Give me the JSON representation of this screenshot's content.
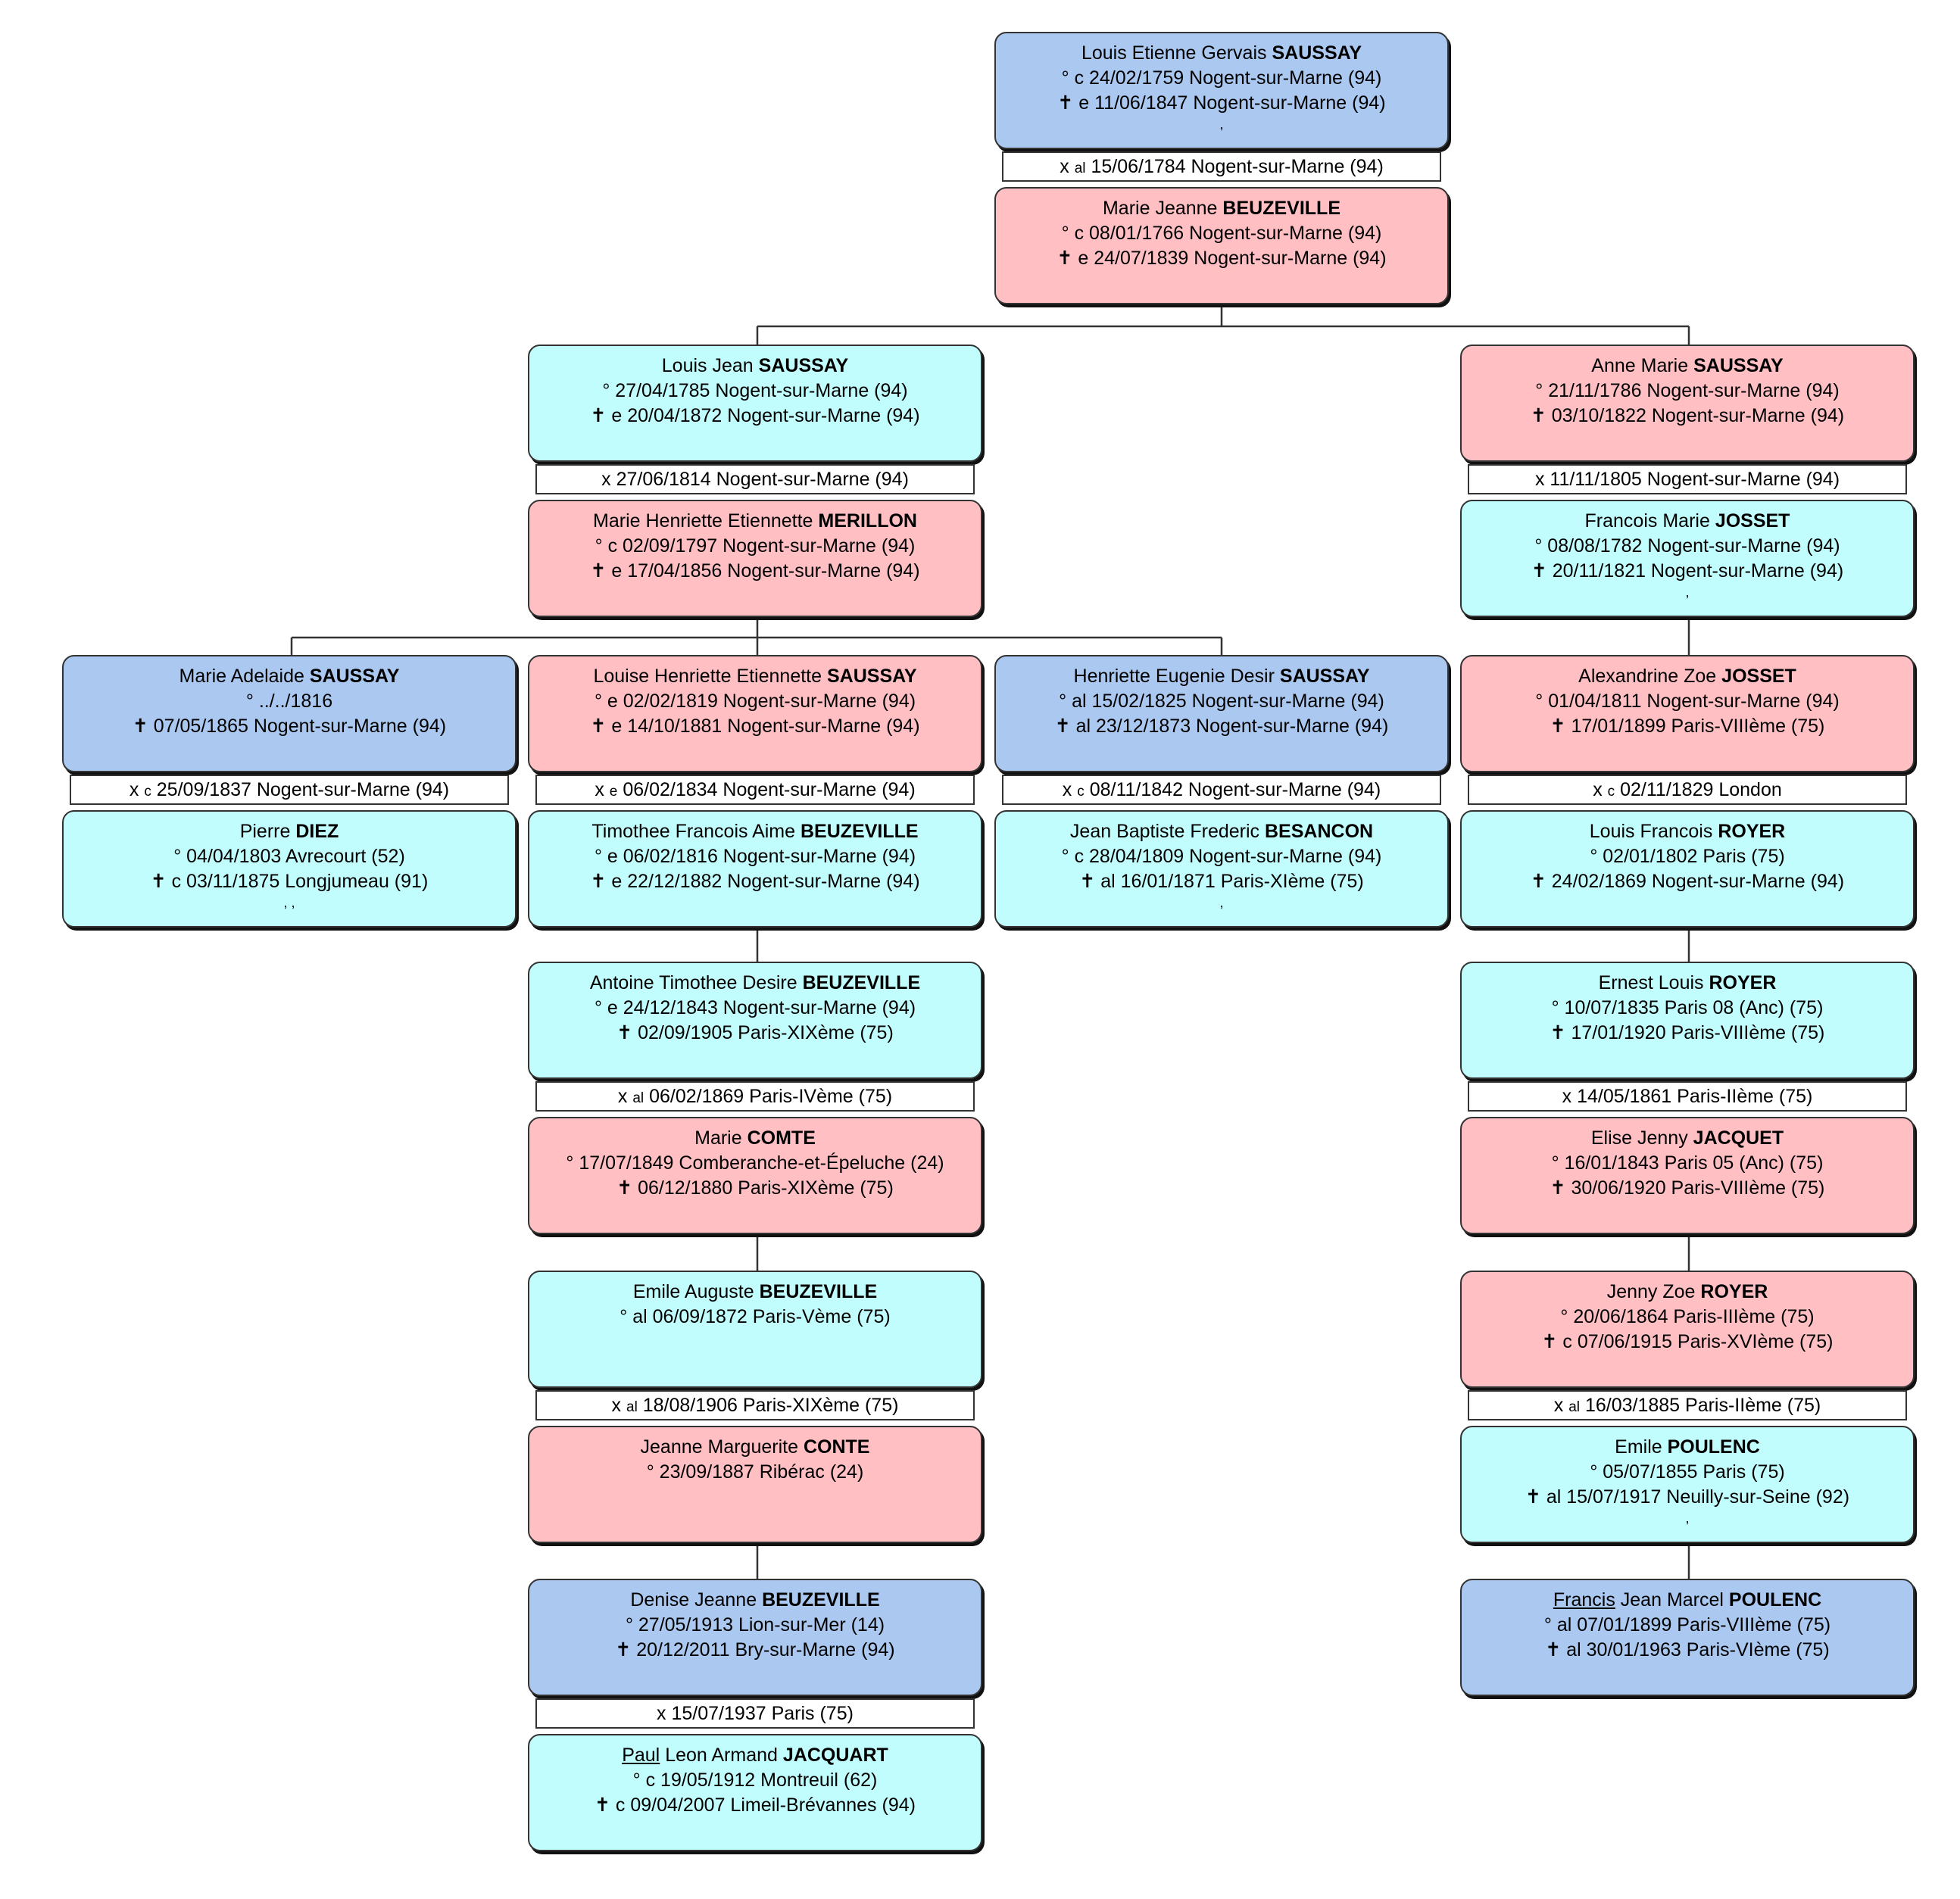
{
  "persons": {
    "p1": {
      "prefix": "",
      "first": "Louis Etienne Gervais",
      "last": "SAUSSAY",
      "birth": "° c 24/02/1759 Nogent-sur-Marne (94)",
      "death": "✝ e 11/06/1847 Nogent-sur-Marne (94)",
      "extra": ",",
      "color": "male"
    },
    "p2": {
      "prefix": "",
      "first": "Marie Jeanne",
      "last": "BEUZEVILLE",
      "birth": "° c 08/01/1766 Nogent-sur-Marne (94)",
      "death": "✝ e 24/07/1839 Nogent-sur-Marne (94)",
      "extra": "",
      "color": "female"
    },
    "p3": {
      "prefix": "",
      "first": "Louis Jean",
      "last": "SAUSSAY",
      "birth": "° 27/04/1785 Nogent-sur-Marne (94)",
      "death": "✝ e 20/04/1872 Nogent-sur-Marne (94)",
      "extra": "",
      "color": "cyan"
    },
    "p4": {
      "prefix": "",
      "first": "Marie Henriette Etiennette",
      "last": "MERILLON",
      "birth": "° c 02/09/1797 Nogent-sur-Marne (94)",
      "death": "✝ e 17/04/1856 Nogent-sur-Marne (94)",
      "extra": "",
      "color": "female"
    },
    "p5": {
      "prefix": "",
      "first": "Anne Marie",
      "last": "SAUSSAY",
      "birth": "° 21/11/1786 Nogent-sur-Marne (94)",
      "death": "✝ 03/10/1822 Nogent-sur-Marne (94)",
      "extra": "",
      "color": "female"
    },
    "p6": {
      "prefix": "",
      "first": "Francois Marie",
      "last": "JOSSET",
      "birth": "° 08/08/1782 Nogent-sur-Marne (94)",
      "death": "✝ 20/11/1821 Nogent-sur-Marne (94)",
      "extra": ",",
      "color": "cyan"
    },
    "p7": {
      "prefix": "",
      "first": "Marie Adelaide",
      "last": "SAUSSAY",
      "birth": "° ../../1816",
      "death": "✝ 07/05/1865 Nogent-sur-Marne (94)",
      "extra": "",
      "color": "male"
    },
    "p8": {
      "prefix": "",
      "first": "Pierre",
      "last": "DIEZ",
      "birth": "° 04/04/1803 Avrecourt (52)",
      "death": "✝ c 03/11/1875 Longjumeau (91)",
      "extra": ", ,",
      "color": "cyan"
    },
    "p9": {
      "prefix": "",
      "first": "Louise Henriette Etiennette",
      "last": "SAUSSAY",
      "birth": "° e 02/02/1819 Nogent-sur-Marne (94)",
      "death": "✝ e 14/10/1881 Nogent-sur-Marne (94)",
      "extra": "",
      "color": "female"
    },
    "p10": {
      "prefix": "",
      "first": "Timothee Francois Aime",
      "last": "BEUZEVILLE",
      "birth": "° e 06/02/1816 Nogent-sur-Marne (94)",
      "death": "✝ e 22/12/1882 Nogent-sur-Marne (94)",
      "extra": "",
      "color": "cyan"
    },
    "p11": {
      "prefix": "",
      "first": "Henriette Eugenie Desir",
      "last": "SAUSSAY",
      "birth": "° al 15/02/1825 Nogent-sur-Marne (94)",
      "death": "✝ al 23/12/1873 Nogent-sur-Marne (94)",
      "extra": "",
      "color": "male"
    },
    "p12": {
      "prefix": "",
      "first": "Jean Baptiste Frederic",
      "last": "BESANCON",
      "birth": "° c 28/04/1809 Nogent-sur-Marne (94)",
      "death": "✝ al 16/01/1871 Paris-XIème (75)",
      "extra": ",",
      "color": "cyan"
    },
    "p13": {
      "prefix": "",
      "first": "Alexandrine Zoe",
      "last": "JOSSET",
      "birth": "° 01/04/1811 Nogent-sur-Marne (94)",
      "death": "✝ 17/01/1899 Paris-VIIIème (75)",
      "extra": "",
      "color": "female"
    },
    "p14": {
      "prefix": "",
      "first": "Louis Francois",
      "last": "ROYER",
      "birth": "° 02/01/1802 Paris (75)",
      "death": "✝ 24/02/1869 Nogent-sur-Marne (94)",
      "extra": "",
      "color": "cyan"
    },
    "p15": {
      "prefix": "",
      "first": "Antoine Timothee Desire",
      "last": "BEUZEVILLE",
      "birth": "° e 24/12/1843 Nogent-sur-Marne (94)",
      "death": "✝ 02/09/1905 Paris-XIXème (75)",
      "extra": "",
      "color": "cyan"
    },
    "p16": {
      "prefix": "",
      "first": "Marie",
      "last": "COMTE",
      "birth": "° 17/07/1849 Comberanche-et-Épeluche (24)",
      "death": "✝ 06/12/1880 Paris-XIXème (75)",
      "extra": "",
      "color": "female"
    },
    "p17": {
      "prefix": "",
      "first": "Ernest Louis",
      "last": "ROYER",
      "birth": "° 10/07/1835 Paris 08 (Anc) (75)",
      "death": "✝ 17/01/1920 Paris-VIIIème (75)",
      "extra": "",
      "color": "cyan"
    },
    "p18": {
      "prefix": "",
      "first": "Elise Jenny",
      "last": "JACQUET",
      "birth": "° 16/01/1843 Paris 05 (Anc) (75)",
      "death": "✝ 30/06/1920 Paris-VIIIème (75)",
      "extra": "",
      "color": "female"
    },
    "p19": {
      "prefix": "",
      "first": "Emile Auguste",
      "last": "BEUZEVILLE",
      "birth": "° al 06/09/1872 Paris-Vème (75)",
      "death": "",
      "extra": "",
      "color": "cyan"
    },
    "p20": {
      "prefix": "",
      "first": "Jeanne Marguerite",
      "last": "CONTE",
      "birth": "° 23/09/1887 Ribérac (24)",
      "death": "",
      "extra": "",
      "color": "female"
    },
    "p21": {
      "prefix": "",
      "first": "Jenny Zoe",
      "last": "ROYER",
      "birth": "° 20/06/1864 Paris-IIIème (75)",
      "death": "✝ c 07/06/1915 Paris-XVIème (75)",
      "extra": "",
      "color": "female"
    },
    "p22": {
      "prefix": "",
      "first": "Emile",
      "last": "POULENC",
      "birth": "° 05/07/1855 Paris (75)",
      "death": "✝ al 15/07/1917 Neuilly-sur-Seine (92)",
      "extra": ",",
      "color": "cyan"
    },
    "p23": {
      "prefix": "",
      "first": "Denise Jeanne",
      "last": "BEUZEVILLE",
      "birth": "° 27/05/1913 Lion-sur-Mer (14)",
      "death": "✝ 20/12/2011 Bry-sur-Marne (94)",
      "extra": "",
      "color": "male"
    },
    "p24": {
      "prefix": "Paul",
      "first": "Leon Armand",
      "last": "JACQUART",
      "birth": "° c 19/05/1912 Montreuil (62)",
      "death": "✝ c 09/04/2007 Limeil-Brévannes (94)",
      "extra": "",
      "color": "cyan"
    },
    "p25": {
      "prefix": "Francis",
      "first": "Jean Marcel",
      "last": "POULENC",
      "birth": "° al 07/01/1899 Paris-VIIIème (75)",
      "death": "✝ al 30/01/1963 Paris-VIème (75)",
      "extra": "",
      "color": "male"
    }
  },
  "marriages": {
    "m1": {
      "mark": "x",
      "qual": "al",
      "text": "15/06/1784 Nogent-sur-Marne (94)"
    },
    "m2": {
      "mark": "x",
      "qual": "",
      "text": "27/06/1814 Nogent-sur-Marne (94)"
    },
    "m3": {
      "mark": "x",
      "qual": "",
      "text": "11/11/1805 Nogent-sur-Marne (94)"
    },
    "m4": {
      "mark": "x",
      "qual": "c",
      "text": "25/09/1837 Nogent-sur-Marne (94)"
    },
    "m5": {
      "mark": "x",
      "qual": "e",
      "text": "06/02/1834 Nogent-sur-Marne (94)"
    },
    "m6": {
      "mark": "x",
      "qual": "c",
      "text": "08/11/1842 Nogent-sur-Marne (94)"
    },
    "m7": {
      "mark": "x",
      "qual": "c",
      "text": "02/11/1829 London"
    },
    "m8": {
      "mark": "x",
      "qual": "al",
      "text": "06/02/1869 Paris-IVème (75)"
    },
    "m9": {
      "mark": "x",
      "qual": "",
      "text": "14/05/1861 Paris-IIème (75)"
    },
    "m10": {
      "mark": "x",
      "qual": "al",
      "text": "18/08/1906 Paris-XIXème (75)"
    },
    "m11": {
      "mark": "x",
      "qual": "al",
      "text": "16/03/1885 Paris-IIème (75)"
    },
    "m12": {
      "mark": "x",
      "qual": "",
      "text": "15/07/1937 Paris (75)"
    }
  },
  "colors": {
    "male": "#aac8f0",
    "female": "#ffbfc3",
    "cyan": "#c2fdfd",
    "border": "#333333"
  }
}
